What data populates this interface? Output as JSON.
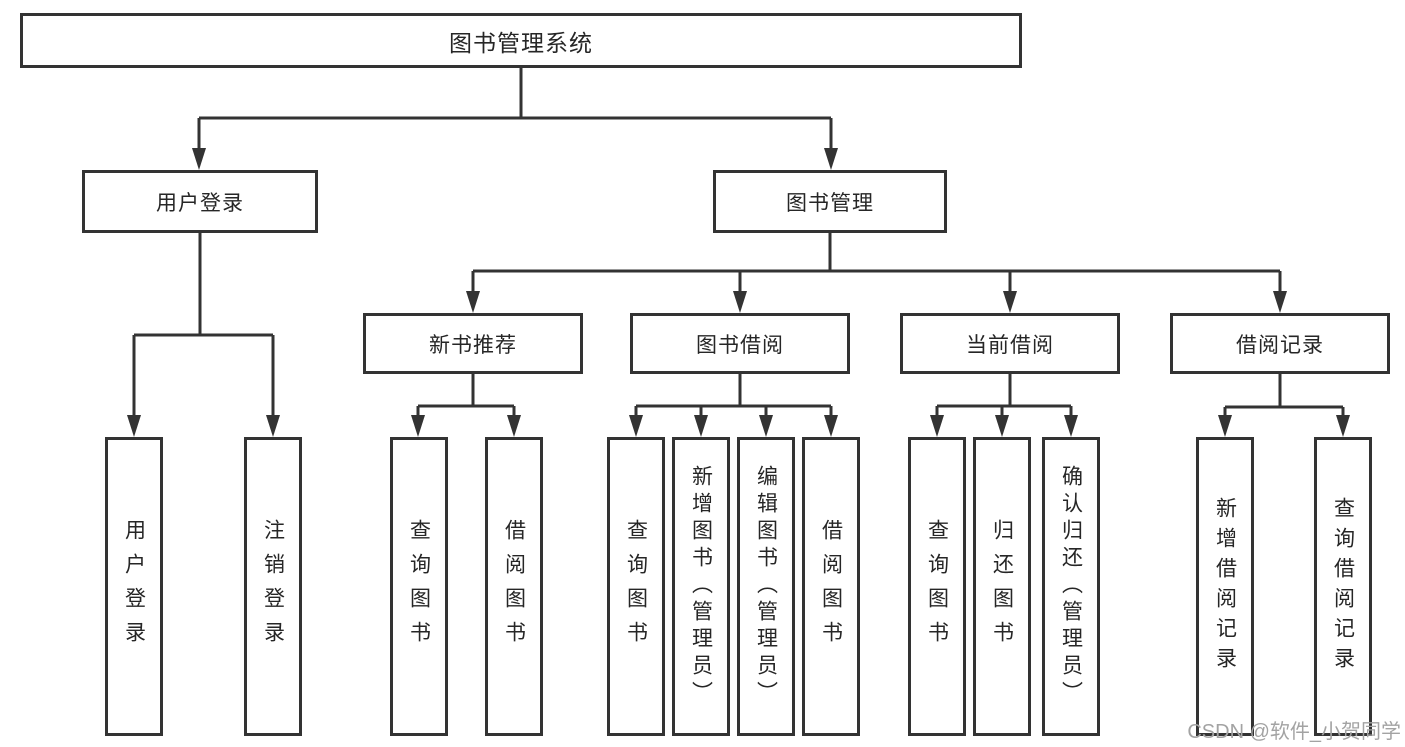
{
  "diagram": {
    "root": {
      "label": "图书管理系统"
    },
    "level2": [
      {
        "label": "用户登录",
        "leaves": [
          {
            "label": "用户登录"
          },
          {
            "label": "注销登录"
          }
        ]
      },
      {
        "label": "图书管理",
        "sections": [
          {
            "label": "新书推荐",
            "leaves": [
              {
                "label": "查询图书"
              },
              {
                "label": "借阅图书"
              }
            ]
          },
          {
            "label": "图书借阅",
            "leaves": [
              {
                "label": "查询图书"
              },
              {
                "label": "新增图书（管理员）"
              },
              {
                "label": "编辑图书（管理员）"
              },
              {
                "label": "借阅图书"
              }
            ]
          },
          {
            "label": "当前借阅",
            "leaves": [
              {
                "label": "查询图书"
              },
              {
                "label": "归还图书"
              },
              {
                "label": "确认归还（管理员）"
              }
            ]
          },
          {
            "label": "借阅记录",
            "leaves": [
              {
                "label": "新增借阅记录"
              },
              {
                "label": "查询借阅记录"
              }
            ]
          }
        ]
      }
    ]
  },
  "watermark": {
    "text": "CSDN @软件_小贺同学"
  },
  "colors": {
    "line": "#333333",
    "text": "#262626",
    "watermark": "#a3a3a3",
    "background": "#ffffff"
  }
}
